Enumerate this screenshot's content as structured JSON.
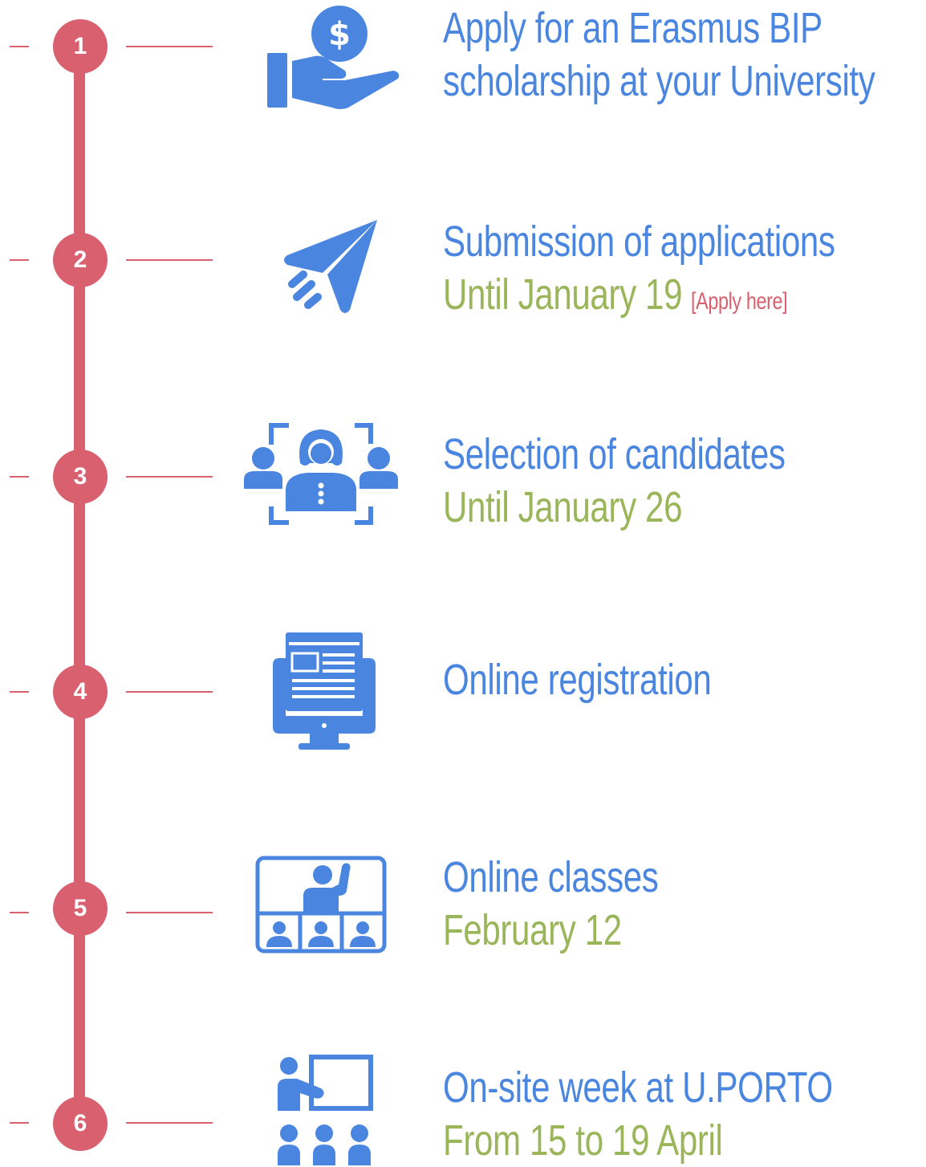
{
  "colors": {
    "timeline": "#d9606e",
    "icon": "#4a86e0",
    "title": "#4a86e0",
    "date": "#9bb55a",
    "link": "#d9606e"
  },
  "steps": [
    {
      "number": "1",
      "icon": "hand-coin-icon",
      "title_lines": [
        "Apply for an Erasmus BIP",
        "scholarship at your University"
      ]
    },
    {
      "number": "2",
      "icon": "paper-plane-icon",
      "title": "Submission of applications",
      "date": "Until January 19",
      "link": "[Apply here]"
    },
    {
      "number": "3",
      "icon": "candidate-selection-icon",
      "title": "Selection of candidates",
      "date": "Until January 26"
    },
    {
      "number": "4",
      "icon": "computer-form-icon",
      "title": "Online registration"
    },
    {
      "number": "5",
      "icon": "video-class-icon",
      "title": "Online classes",
      "date": "February 12"
    },
    {
      "number": "6",
      "icon": "presentation-audience-icon",
      "title": "On-site week at U.PORTO",
      "date": "From 15 to 19 April"
    }
  ]
}
